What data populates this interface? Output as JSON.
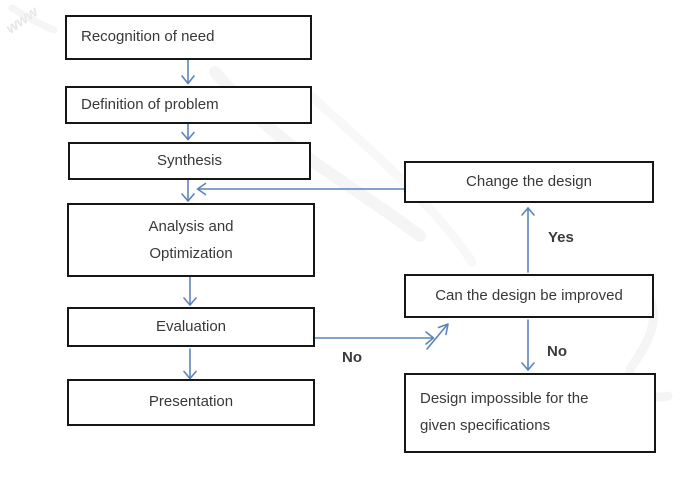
{
  "boxes": {
    "recognition": {
      "label": "Recognition of need"
    },
    "definition": {
      "label": "Definition of problem"
    },
    "synthesis": {
      "label": "Synthesis"
    },
    "analysis": {
      "lines": [
        "Analysis and",
        "Optimization"
      ]
    },
    "evaluation": {
      "label": "Evaluation"
    },
    "presentation": {
      "label": "Presentation"
    },
    "change": {
      "label": "Change the design"
    },
    "improve": {
      "label": "Can the design be improved"
    },
    "impossible": {
      "lines": [
        "Design impossible for the",
        "given specifications"
      ]
    }
  },
  "labels": {
    "yes": "Yes",
    "no_down": "No",
    "no_left": "No"
  },
  "colors": {
    "arrow": "#5b84bd",
    "box_border": "#161616",
    "text": "#383838",
    "background": "#ffffff",
    "watermark": "#ebebeb"
  }
}
